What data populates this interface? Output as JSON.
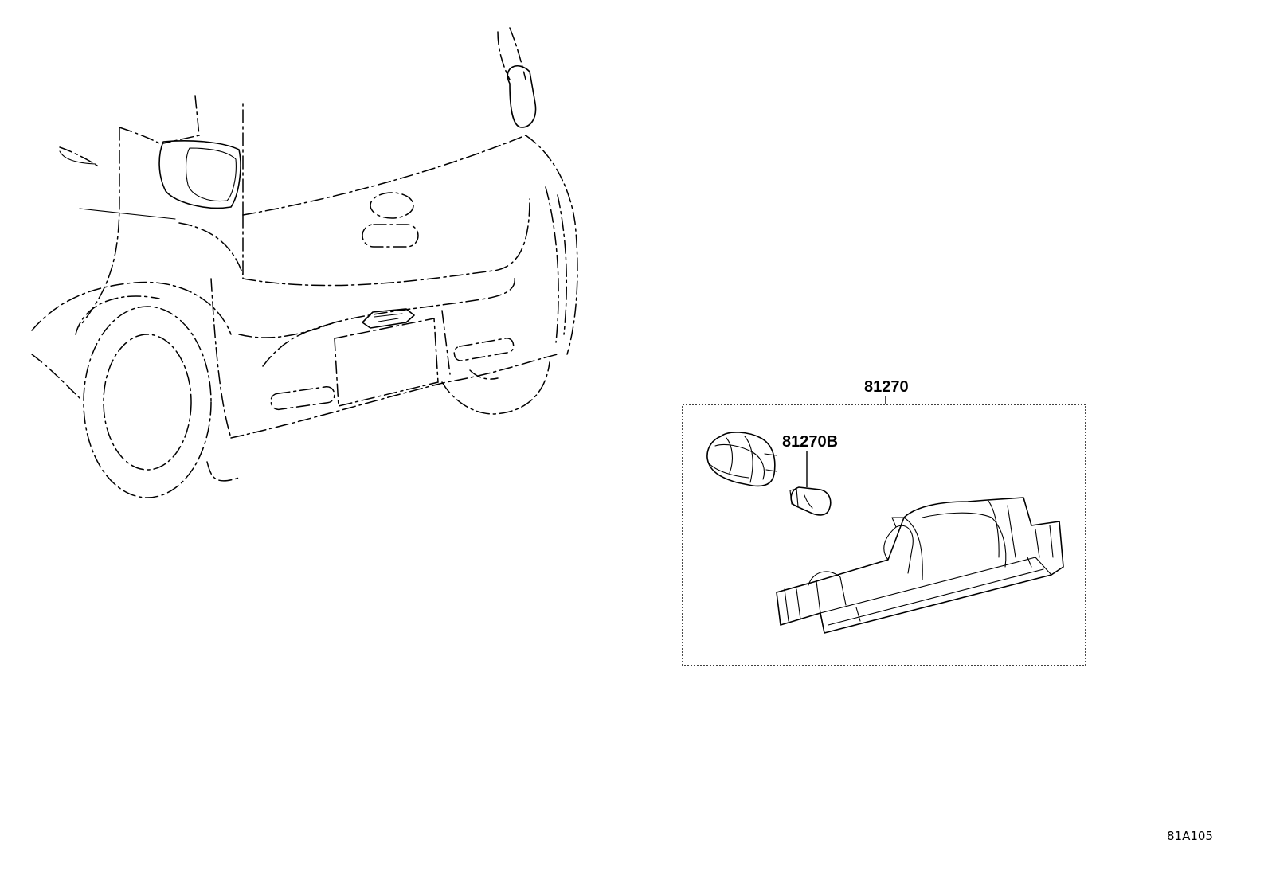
{
  "diagram": {
    "callouts": {
      "assembly": "81270",
      "bulb": "81270B"
    },
    "reference_code": "81A105"
  }
}
